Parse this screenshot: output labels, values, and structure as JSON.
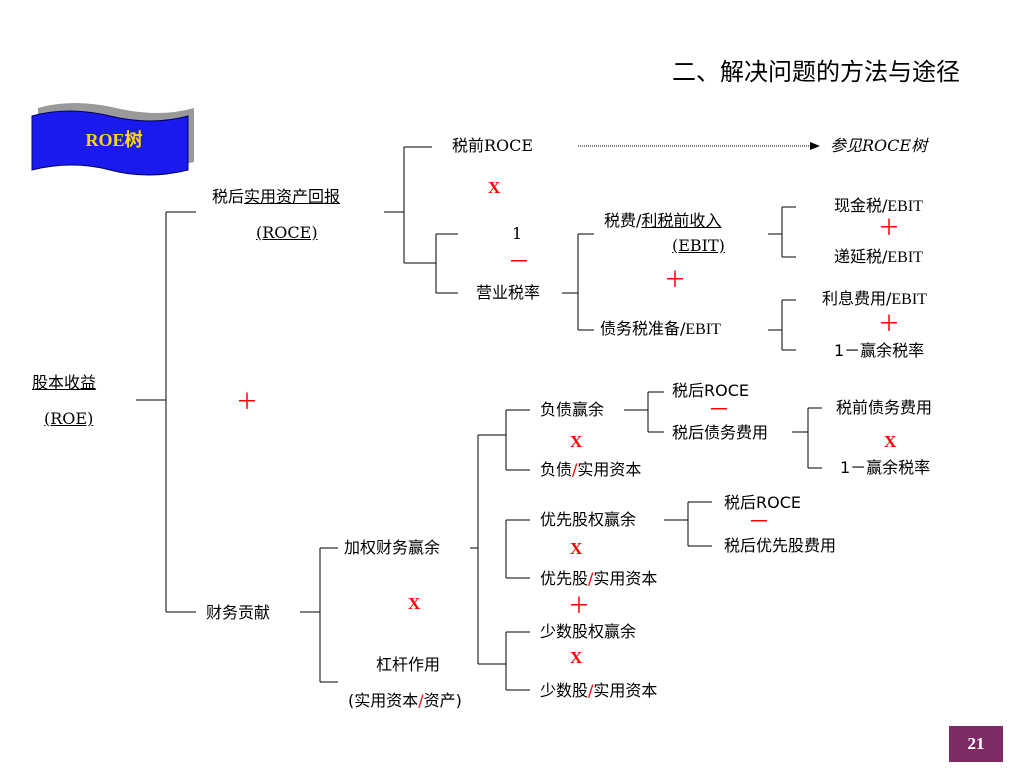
{
  "title": "二、解决问题的方法与途径",
  "badge": "ROE树",
  "page_number": "21",
  "nodes": {
    "roe": "股本收益",
    "roe_en": "(ROE)",
    "roce_prefix": "税后",
    "roce_label": "实用资产回报",
    "roce_en": "(ROCE)",
    "pretax_roce": "税前ROCE",
    "see_roce": "参见ROCE树",
    "one": "1",
    "op_tax_rate": "营业税率",
    "tax_fee_prefix": "税费/",
    "tax_fee_label": "利税前收入",
    "ebit": "(EBIT)",
    "cash_tax": "现金税/",
    "cash_tax_ebit": "EBIT",
    "deferred_tax": "递延税/",
    "deferred_tax_ebit": "EBIT",
    "debt_reserve": "债务税准备/",
    "debt_reserve_ebit": "EBIT",
    "interest": "利息费用/",
    "interest_ebit": "EBIT",
    "one_minus_rate_1": "1－赢余税率",
    "fin_contrib": "财务贡献",
    "weighted_margin": "加权财务赢余",
    "leverage": "杠杆作用",
    "leverage_en_1": "(实用资本",
    "leverage_slash": "/",
    "leverage_en_2": "资产)",
    "debt_margin": "负债赢余",
    "at_roce_1": "税后ROCE",
    "at_debt_cost": "税后债务费用",
    "pretax_debt_cost": "税前债务费用",
    "one_minus_rate_2": "1－赢余税率",
    "debt_cap_1": "负债",
    "debt_cap_slash": "/",
    "debt_cap_2": "实用资本",
    "pref_margin": "优先股权赢余",
    "at_roce_2": "税后ROCE",
    "at_pref_cost": "税后优先股费用",
    "pref_cap_1": "优先股",
    "pref_cap_slash": "/",
    "pref_cap_2": "实用资本",
    "minority_margin": "少数股权赢余",
    "minority_cap_1": "少数股",
    "minority_cap_slash": "/",
    "minority_cap_2": "实用资本"
  },
  "operators": {
    "times": "X",
    "minus": "－",
    "plus": "＋"
  },
  "colors": {
    "operator": "#ff0000",
    "badge_fill": "#1a1aee",
    "badge_text": "#ffd700",
    "page_badge": "#7e2a63"
  }
}
